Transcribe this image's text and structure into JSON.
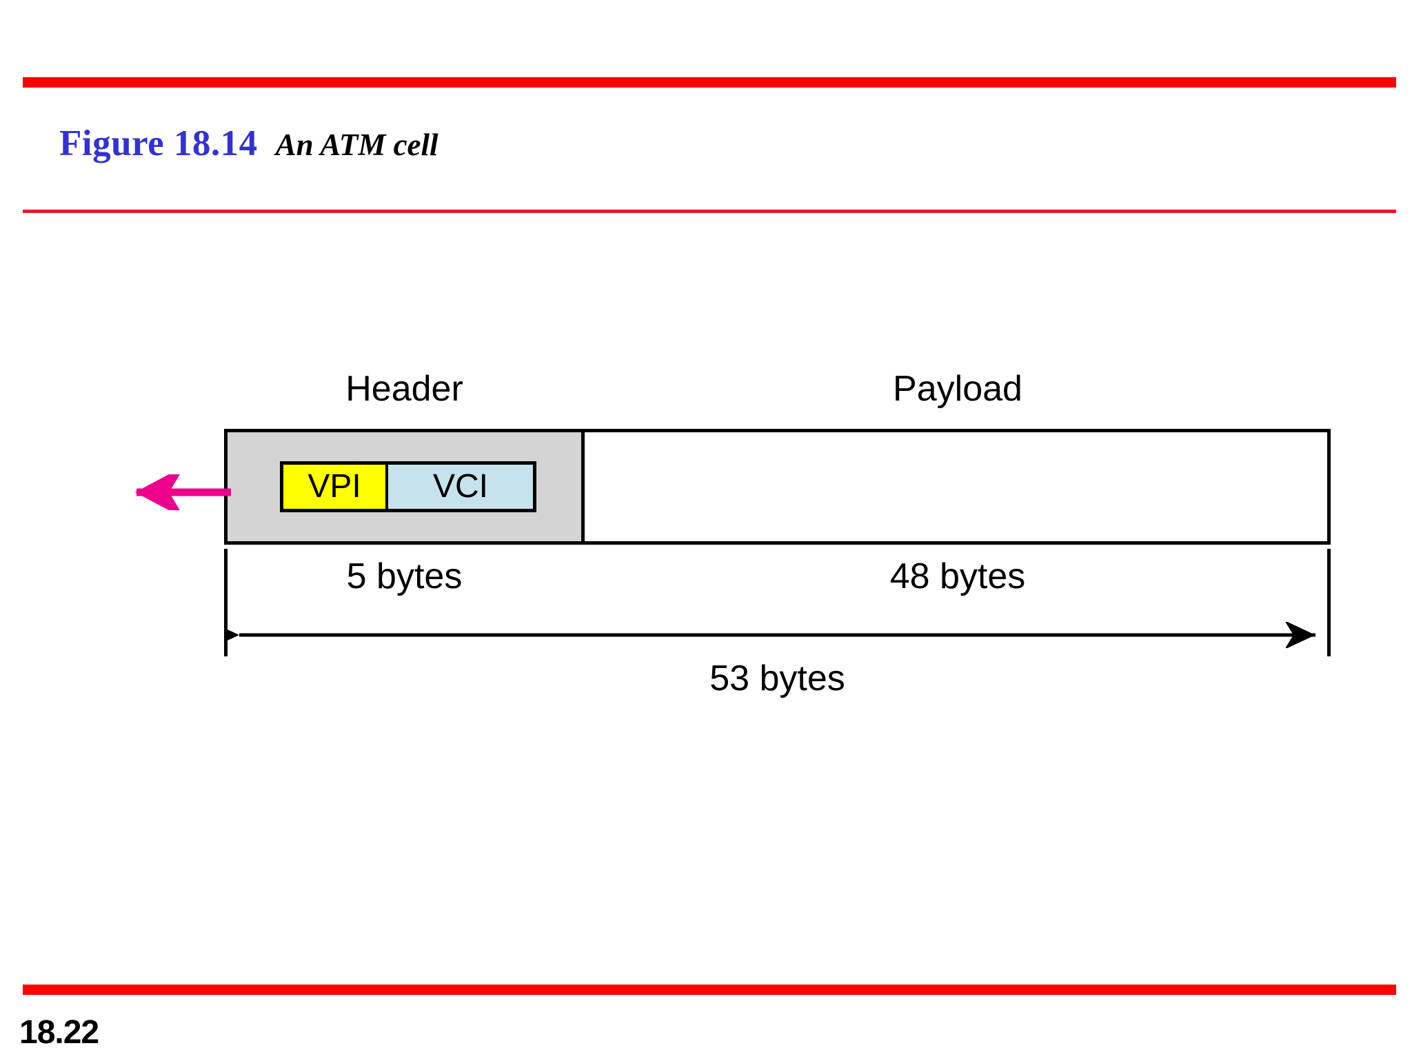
{
  "slide": {
    "page_number": "18.22",
    "accent_color_thick": "#fe0000",
    "accent_color_thin": "#e8192c",
    "background": "#ffffff"
  },
  "caption": {
    "figure_number": "Figure 18.14",
    "figure_title": "An ATM cell",
    "figure_number_color": "#3333cc",
    "figure_title_color": "#000000"
  },
  "diagram": {
    "title": "An ATM cell",
    "segments": [
      {
        "name": "header",
        "label": "Header",
        "size_label": "5 bytes",
        "fill_color": "#d4d4d4"
      },
      {
        "name": "payload",
        "label": "Payload",
        "size_label": "48 bytes",
        "fill_color": "#ffffff"
      }
    ],
    "fields": [
      {
        "name": "vpi",
        "label": "VPI",
        "fill_color": "#ffff00"
      },
      {
        "name": "vci",
        "label": "VCI",
        "fill_color": "#c6e2ec"
      }
    ],
    "total_size_label": "53 bytes",
    "pointer_arrow": {
      "name": "header-pointer-arrow",
      "color": "#ec008c",
      "direction": "left"
    },
    "dimension_arrow": {
      "name": "total-length-dimension",
      "color": "#000000",
      "direction": "both"
    }
  }
}
